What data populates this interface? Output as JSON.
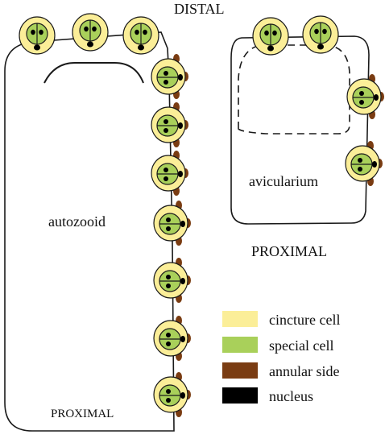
{
  "labels": {
    "distal": "DISTAL",
    "autozooid": "autozooid",
    "avicularium": "avicularium",
    "proximal_left": "PROXIMAL",
    "proximal_right": "PROXIMAL"
  },
  "legend": [
    {
      "label": "cincture cell",
      "color": "#fbee98"
    },
    {
      "label": "special cell",
      "color": "#a9d05a"
    },
    {
      "label": "annular side",
      "color": "#7a3c12"
    },
    {
      "label": "nucleus",
      "color": "#000000"
    }
  ],
  "colors": {
    "cincture": "#fbee98",
    "special": "#a9d05a",
    "annular": "#7a3c12",
    "nucleus": "#000000",
    "outline": "#1a1a1a"
  }
}
